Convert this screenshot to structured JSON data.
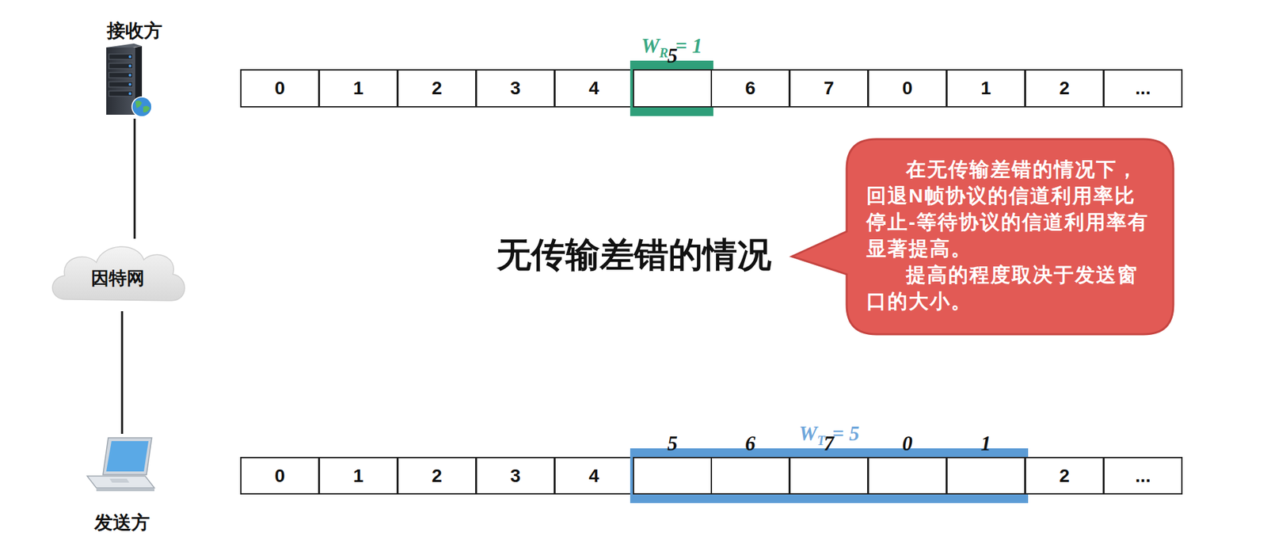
{
  "diagram": {
    "nodes": [
      {
        "text": [
          "接收方"
        ]
      },
      {
        "text": [
          "0"
        ]
      },
      {
        "text": [
          "1"
        ]
      },
      {
        "text": [
          "2"
        ]
      },
      {
        "text": [
          "3"
        ]
      },
      {
        "text": [
          "4"
        ]
      },
      {
        "text": [
          "WR = 1"
        ]
      },
      {
        "text": [
          "5"
        ],
        "in": 6
      },
      {
        "text": [
          "6"
        ]
      },
      {
        "text": [
          "7"
        ]
      },
      {
        "text": [
          "0"
        ]
      },
      {
        "text": [
          "1"
        ]
      },
      {
        "text": [
          "2"
        ]
      },
      {
        "text": [
          "..."
        ]
      },
      {
        "text": [
          "因特网"
        ]
      },
      {
        "text": [
          "在无传输差错的情况下，回退N帧协议的信道利用率比停止-等待协议的信道利用率有显著提高。",
          "提高的程度取决于发送窗口的大小。"
        ]
      },
      {
        "text": [
          "0"
        ]
      },
      {
        "text": [
          "1"
        ]
      },
      {
        "text": [
          "2"
        ]
      },
      {
        "text": [
          "3"
        ]
      },
      {
        "text": [
          "4"
        ]
      },
      {
        "text": [
          "WT = 5"
        ]
      },
      {
        "text": [
          "5"
        ],
        "in": 21
      },
      {
        "text": [
          "6"
        ],
        "in": 21
      },
      {
        "text": [
          "7"
        ],
        "in": 21
      },
      {
        "text": [
          "0"
        ],
        "in": 21
      },
      {
        "text": [
          "1"
        ],
        "in": 21
      },
      {
        "text": [
          "2"
        ]
      },
      {
        "text": [
          "..."
        ]
      },
      {
        "text": [
          "发送方"
        ]
      }
    ],
    "edges": [
      {
        "from": 0,
        "to": 14,
        "arrow": "none"
      },
      {
        "from": 14,
        "to": 29,
        "arrow": "none"
      }
    ],
    "labels": [
      "无传输差错的情况"
    ]
  }
}
